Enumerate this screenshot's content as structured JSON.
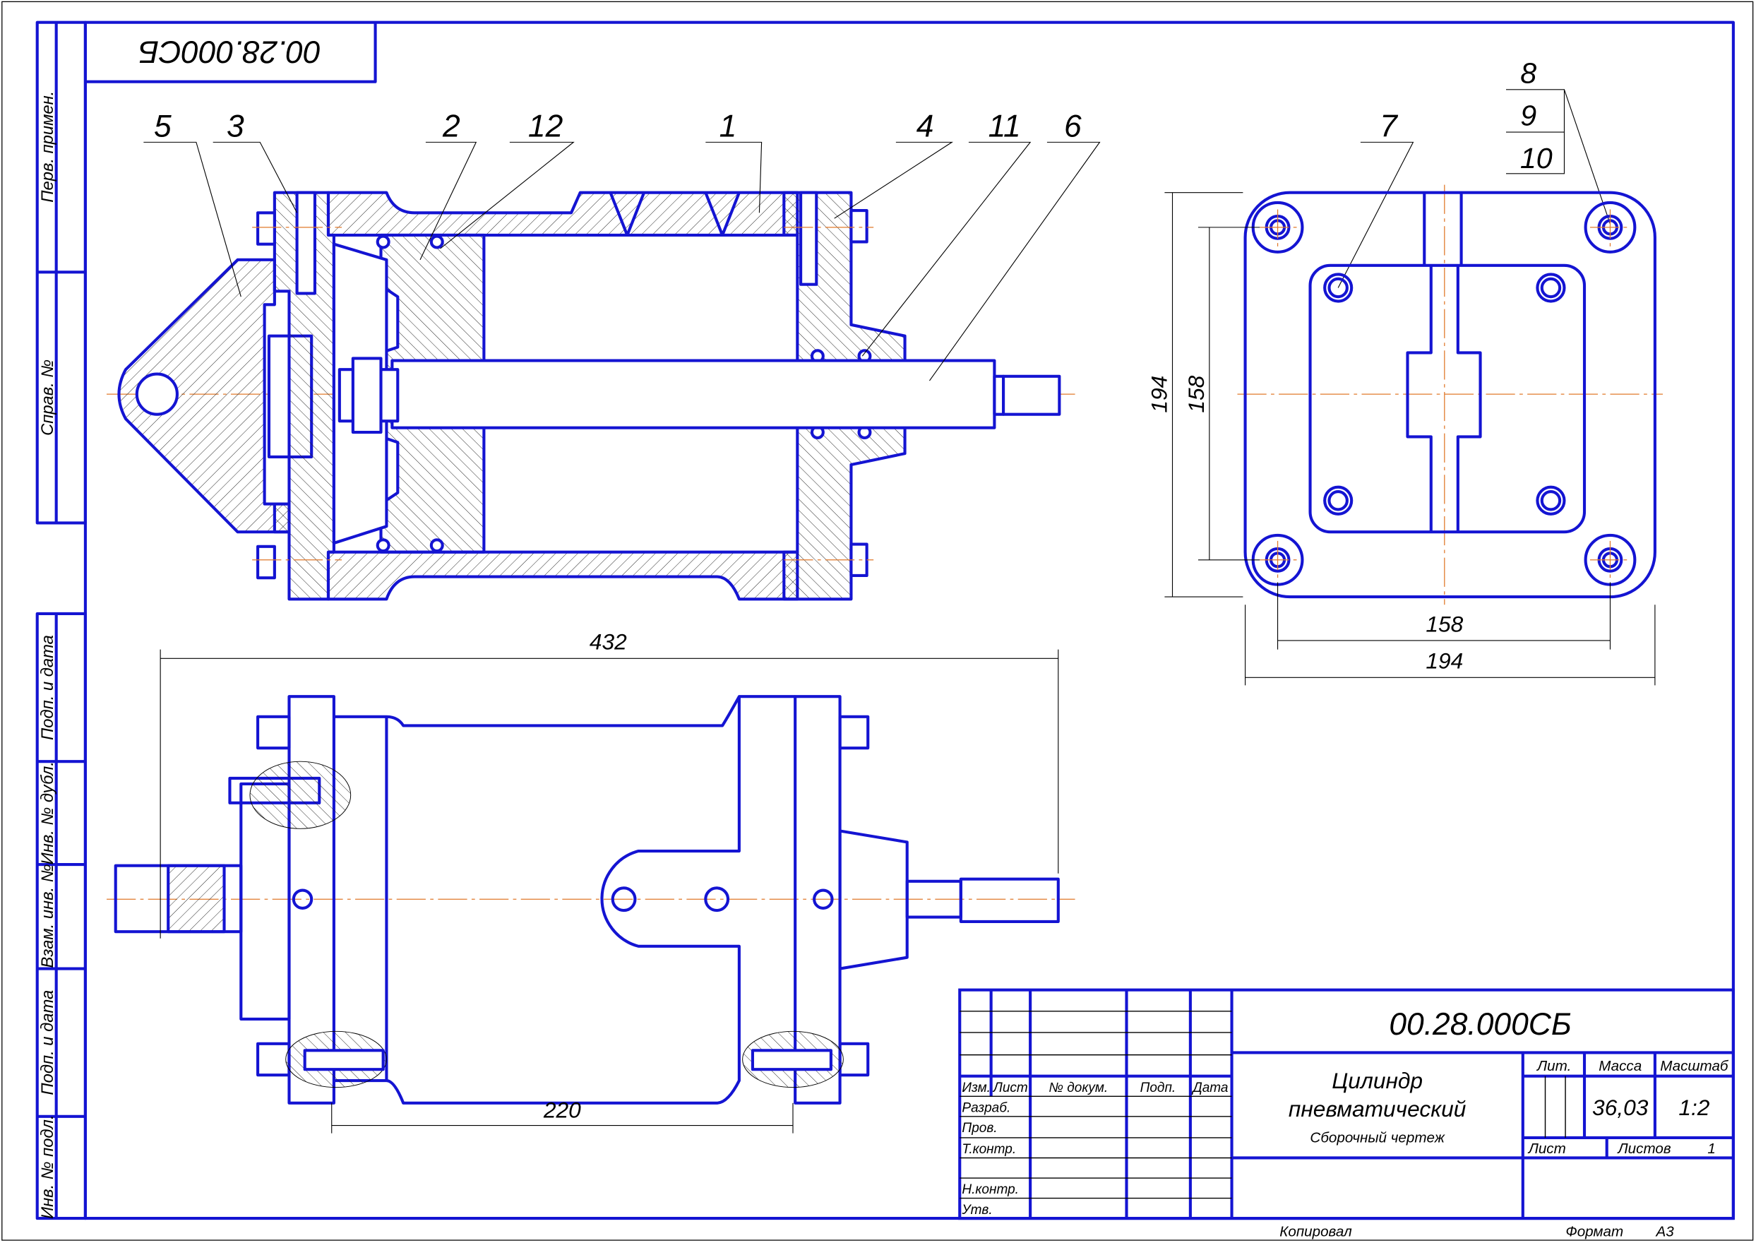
{
  "document": {
    "code": "00.28.000СБ",
    "code_mirrored": "00.28.000СБ"
  },
  "side_strip": {
    "labels": [
      "Перв. примен.",
      "Справ. №",
      "Подп. и дата",
      "Инв. № дубл.",
      "Взам. инв. №",
      "Подп. и дата",
      "Инв. № подл."
    ]
  },
  "callouts": {
    "p5": "5",
    "p3": "3",
    "p2": "2",
    "p12": "12",
    "p1": "1",
    "p4": "4",
    "p11": "11",
    "p6": "6",
    "p7": "7",
    "p8": "8",
    "p9": "9",
    "p10": "10"
  },
  "dimensions": {
    "overall_length": "432",
    "flange_spacing": "220",
    "height_outer": "194",
    "height_bolts": "158",
    "width_bolts": "158",
    "width_outer": "194"
  },
  "title_block": {
    "designation": "00.28.000СБ",
    "name_line1": "Цилиндр",
    "name_line2": "пневматический",
    "doc_type": "Сборочный чертеж",
    "col_izm": "Изм.",
    "col_list": "Лист",
    "col_doc": "№ докум.",
    "col_sign": "Подп.",
    "col_date": "Дата",
    "row_razrab": "Разраб.",
    "row_prov": "Пров.",
    "row_tkontr": "Т.контр.",
    "row_nkontr": "Н.контр.",
    "row_utv": "Утв.",
    "lit_label": "Лит.",
    "mass_label": "Масса",
    "scale_label": "Масштаб",
    "mass_value": "36,03",
    "scale_value": "1:2",
    "sheet_label": "Лист",
    "sheets_label": "Листов",
    "sheets_value": "1"
  },
  "footer": {
    "copied": "Копировал",
    "format_label": "Формат",
    "format_value": "А3"
  },
  "colors": {
    "outline": "#1414d2",
    "centerline": "#e0782a"
  }
}
